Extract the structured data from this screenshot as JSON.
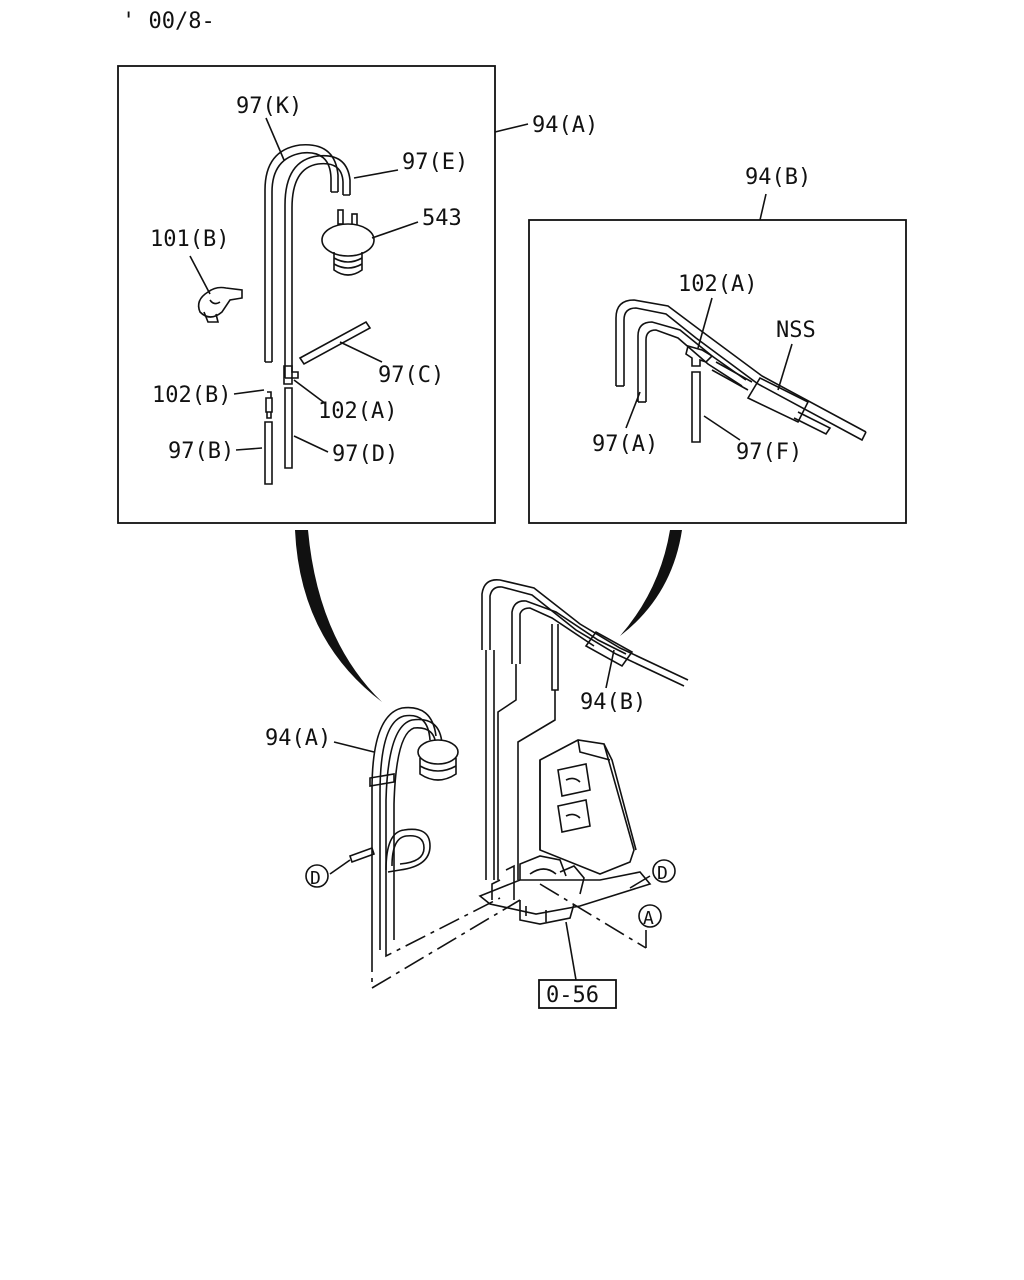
{
  "header": {
    "date_code": "' 00/8-"
  },
  "colors": {
    "ink": "#111111",
    "paper": "#ffffff"
  },
  "inset_a": {
    "callout": "94(A)",
    "labels": {
      "k": "97(K)",
      "e": "97(E)",
      "n543": "543",
      "b101": "101(B)",
      "c": "97(C)",
      "b102": "102(B)",
      "a102": "102(A)",
      "b97": "97(B)",
      "d97": "97(D)"
    }
  },
  "inset_b": {
    "callout": "94(B)",
    "labels": {
      "a102": "102(A)",
      "nss": "NSS",
      "a97": "97(A)",
      "f97": "97(F)"
    }
  },
  "main": {
    "labels": {
      "hose_a": "94(A)",
      "hose_b": "94(B)",
      "ref_d_left": "D",
      "ref_d_right": "D",
      "ref_a": "A",
      "ref_box": "0-56"
    }
  }
}
